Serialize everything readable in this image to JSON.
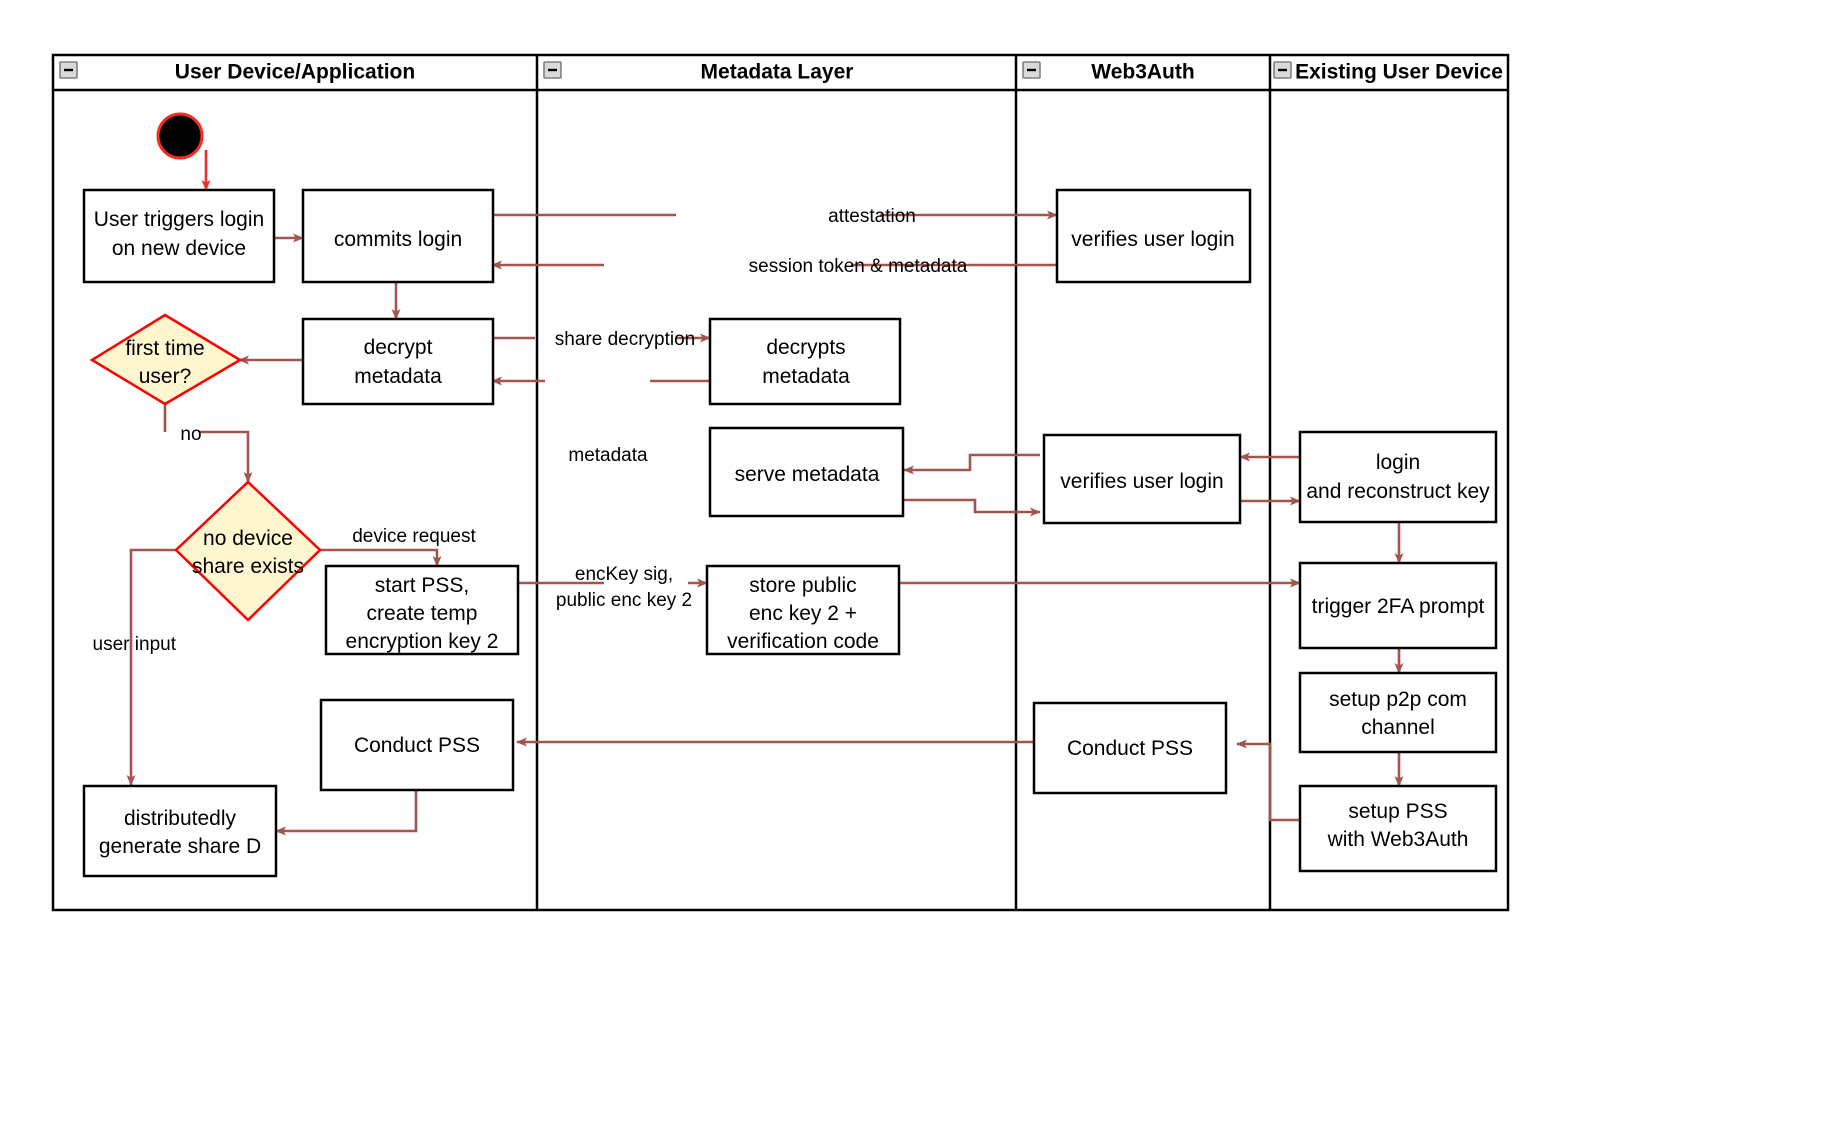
{
  "diagram": {
    "title": "Web3Auth new device login and share recovery activity diagram",
    "colors": {
      "flow_arrow": "#a2554e",
      "start_arrow": "#e8312a",
      "decision_fill": "#fdf6cf",
      "decision_stroke": "#ff0000",
      "node_stroke": "#000000",
      "node_fill": "#ffffff",
      "background": "#ffffff"
    },
    "lanes": [
      {
        "id": "lane-user-device",
        "title": "User Device/Application",
        "collapse_icon": "minus-icon"
      },
      {
        "id": "lane-metadata",
        "title": "Metadata Layer",
        "collapse_icon": "minus-icon"
      },
      {
        "id": "lane-web3auth",
        "title": "Web3Auth",
        "collapse_icon": "minus-icon"
      },
      {
        "id": "lane-existing-device",
        "title": "Existing User Device",
        "collapse_icon": "minus-icon"
      }
    ],
    "nodes": {
      "start": {
        "type": "start",
        "label": ""
      },
      "user_triggers_login": {
        "type": "action",
        "lines": [
          "User triggers login",
          "on new device"
        ]
      },
      "commits_login": {
        "type": "action",
        "lines": [
          "commits login"
        ]
      },
      "verifies_user_login_1": {
        "type": "action",
        "lines": [
          "verifies user login"
        ]
      },
      "decrypt_metadata": {
        "type": "action",
        "lines": [
          "decrypt",
          "metadata"
        ]
      },
      "decrypts_metadata": {
        "type": "action",
        "lines": [
          "decrypts",
          "metadata"
        ]
      },
      "first_time_user": {
        "type": "decision",
        "lines": [
          "first time",
          "user?"
        ]
      },
      "serve_metadata": {
        "type": "action",
        "lines": [
          "serve metadata"
        ]
      },
      "verifies_user_login_2": {
        "type": "action",
        "lines": [
          "verifies user login"
        ]
      },
      "login_reconstruct_key": {
        "type": "action",
        "lines": [
          "login",
          "and reconstruct key"
        ]
      },
      "no_device_share_exists": {
        "type": "decision",
        "lines": [
          "no device",
          "share exists"
        ]
      },
      "start_pss": {
        "type": "action",
        "lines": [
          "start PSS,",
          "create temp",
          "encryption key 2"
        ]
      },
      "store_public_enc_key": {
        "type": "action",
        "lines": [
          "store public",
          "enc key 2 +",
          "verification code"
        ]
      },
      "trigger_2fa": {
        "type": "action",
        "lines": [
          "trigger 2FA prompt"
        ]
      },
      "conduct_pss_left": {
        "type": "action",
        "lines": [
          "Conduct PSS"
        ]
      },
      "conduct_pss_right": {
        "type": "action",
        "lines": [
          "Conduct PSS"
        ]
      },
      "setup_p2p": {
        "type": "action",
        "lines": [
          "setup p2p com",
          "channel"
        ]
      },
      "distributedly_generate_share_d": {
        "type": "action",
        "lines": [
          "distributedly",
          "generate share D"
        ]
      },
      "setup_pss_web3auth": {
        "type": "action",
        "lines": [
          "setup PSS",
          "with Web3Auth"
        ]
      }
    },
    "edge_labels": {
      "attestation": "attestation",
      "session_token": "session token & metadata",
      "share_decryption": "share decryption",
      "metadata": "metadata",
      "no": "no",
      "device_request": "device request",
      "user_input": "user input",
      "enckey_line1": "encKey sig,",
      "enckey_line2": "public enc key 2"
    }
  }
}
